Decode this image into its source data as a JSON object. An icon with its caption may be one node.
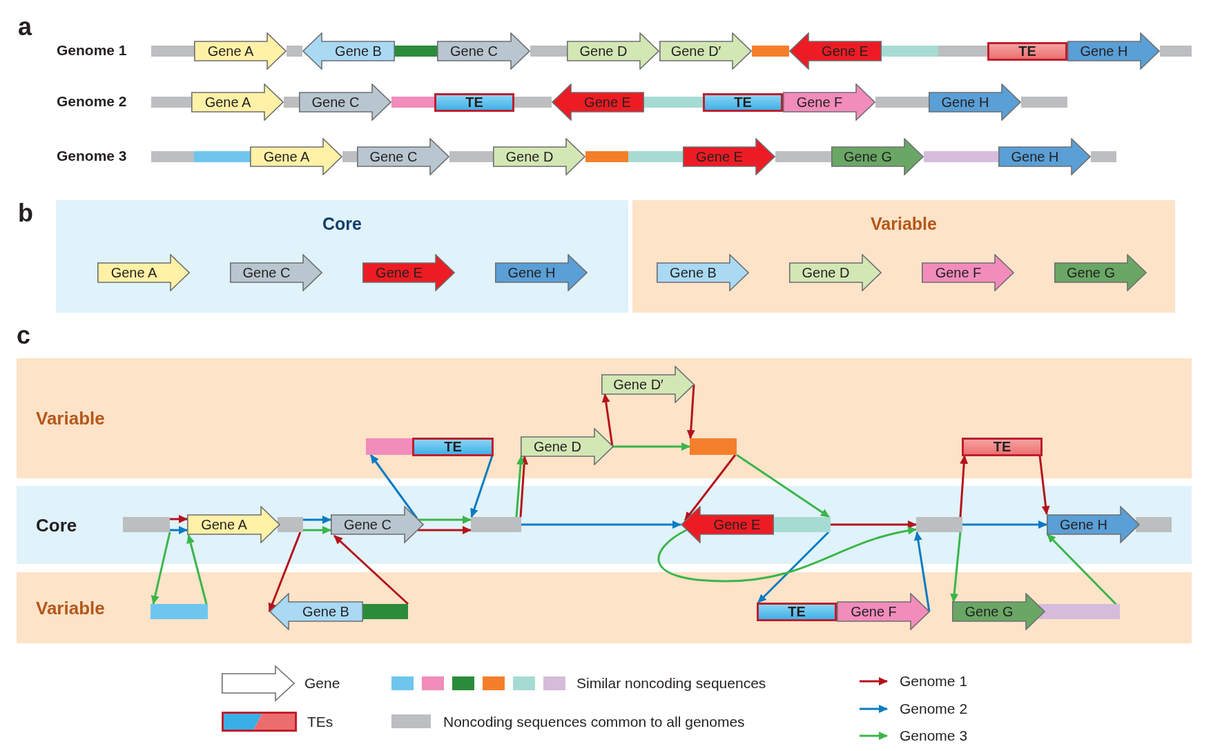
{
  "diagram": {
    "nodes": [
      {
        "text": [
          "Gene A"
        ]
      },
      {
        "text": [
          "Gene B"
        ]
      },
      {
        "text": [
          "Gene C"
        ]
      },
      {
        "text": [
          "Gene D"
        ]
      },
      {
        "text": [
          "Gene D′"
        ]
      },
      {
        "text": [
          "Gene E"
        ]
      },
      {
        "text": [
          "TE"
        ]
      },
      {
        "text": [
          "Gene H"
        ]
      },
      {
        "text": [
          "Gene A"
        ]
      },
      {
        "text": [
          "Gene C"
        ]
      },
      {
        "text": [
          "TE"
        ]
      },
      {
        "text": [
          "Gene E"
        ]
      },
      {
        "text": [
          "TE"
        ]
      },
      {
        "text": [
          "Gene F"
        ]
      },
      {
        "text": [
          "Gene H"
        ]
      },
      {
        "text": [
          "Gene A"
        ]
      },
      {
        "text": [
          "Gene C"
        ]
      },
      {
        "text": [
          "Gene D"
        ]
      },
      {
        "text": [
          "Gene E"
        ]
      },
      {
        "text": [
          "Gene G"
        ]
      },
      {
        "text": [
          "Gene H"
        ]
      },
      {
        "text": [
          "Core"
        ]
      },
      {
        "text": [
          "Gene A"
        ],
        "in": 21
      },
      {
        "text": [
          "Gene C"
        ],
        "in": 21
      },
      {
        "text": [
          "Gene E"
        ],
        "in": 21
      },
      {
        "text": [
          "Gene H"
        ],
        "in": 21
      },
      {
        "text": [
          "Variable"
        ]
      },
      {
        "text": [
          "Gene B"
        ],
        "in": 26
      },
      {
        "text": [
          "Gene D"
        ],
        "in": 26
      },
      {
        "text": [
          "Gene F"
        ],
        "in": 26
      },
      {
        "text": [
          "Gene G"
        ],
        "in": 26
      },
      {
        "text": [
          "Variable"
        ]
      },
      {
        "text": [
          "Core"
        ]
      },
      {
        "text": [
          "Variable"
        ]
      },
      {
        "text": [
          "Gene D′"
        ],
        "in": 31
      },
      {
        "text": [],
        "shape": "bar",
        "in": 31
      },
      {
        "text": [
          "TE"
        ],
        "in": 31
      },
      {
        "text": [
          "Gene D"
        ],
        "in": 31
      },
      {
        "text": [],
        "shape": "bar",
        "in": 31
      },
      {
        "text": [
          "TE"
        ],
        "in": 31
      },
      {
        "text": [],
        "shape": "bar",
        "in": 32
      },
      {
        "text": [
          "Gene A"
        ],
        "in": 32
      },
      {
        "text": [],
        "shape": "bar",
        "in": 32
      },
      {
        "text": [
          "Gene C"
        ],
        "in": 32
      },
      {
        "text": [],
        "shape": "bar",
        "in": 32
      },
      {
        "text": [
          "Gene E"
        ],
        "in": 32
      },
      {
        "text": [],
        "shape": "bar",
        "in": 32
      },
      {
        "text": [],
        "shape": "bar",
        "in": 32
      },
      {
        "text": [
          "Gene H"
        ],
        "in": 32
      },
      {
        "text": [],
        "shape": "bar",
        "in": 32
      },
      {
        "text": [],
        "shape": "bar",
        "in": 33
      },
      {
        "text": [
          "Gene B"
        ],
        "in": 33
      },
      {
        "text": [],
        "shape": "bar",
        "in": 33
      },
      {
        "text": [
          "TE"
        ],
        "in": 33
      },
      {
        "text": [
          "Gene F"
        ],
        "in": 33
      },
      {
        "text": [
          "Gene G"
        ],
        "in": 33
      },
      {
        "text": [],
        "shape": "bar",
        "in": 33
      }
    ],
    "edges": [
      {
        "from": 40,
        "to": 41,
        "arrow": "to",
        "color": "#b5121b"
      },
      {
        "from": 42,
        "to": 51,
        "arrow": "to",
        "color": "#b5121b"
      },
      {
        "from": 52,
        "to": 43,
        "arrow": "to",
        "color": "#b5121b"
      },
      {
        "from": 43,
        "to": 44,
        "arrow": "to",
        "color": "#b5121b"
      },
      {
        "from": 44,
        "to": 37,
        "arrow": "to",
        "color": "#b5121b"
      },
      {
        "from": 37,
        "to": 34,
        "arrow": "to",
        "color": "#b5121b"
      },
      {
        "from": 34,
        "to": 38,
        "arrow": "to",
        "color": "#b5121b"
      },
      {
        "from": 38,
        "to": 45,
        "arrow": "to",
        "color": "#b5121b"
      },
      {
        "from": 46,
        "to": 47,
        "arrow": "to",
        "color": "#b5121b"
      },
      {
        "from": 47,
        "to": 39,
        "arrow": "to",
        "color": "#b5121b"
      },
      {
        "from": 39,
        "to": 48,
        "arrow": "to",
        "color": "#b5121b"
      },
      {
        "from": 40,
        "to": 41,
        "arrow": "to",
        "color": "#0a7bc2"
      },
      {
        "from": 42,
        "to": 43,
        "arrow": "to",
        "color": "#0a7bc2"
      },
      {
        "from": 43,
        "to": 35,
        "arrow": "to",
        "color": "#0a7bc2"
      },
      {
        "from": 36,
        "to": 44,
        "arrow": "to",
        "color": "#0a7bc2"
      },
      {
        "from": 44,
        "to": 45,
        "arrow": "to",
        "color": "#0a7bc2"
      },
      {
        "from": 46,
        "to": 53,
        "arrow": "to",
        "color": "#0a7bc2"
      },
      {
        "from": 54,
        "to": 47,
        "arrow": "to",
        "color": "#0a7bc2"
      },
      {
        "from": 47,
        "to": 48,
        "arrow": "to",
        "color": "#0a7bc2"
      },
      {
        "from": 40,
        "to": 50,
        "arrow": "to",
        "color": "#3bb54a"
      },
      {
        "from": 50,
        "to": 41,
        "arrow": "to",
        "color": "#3bb54a"
      },
      {
        "from": 42,
        "to": 43,
        "arrow": "to",
        "color": "#3bb54a"
      },
      {
        "from": 43,
        "to": 44,
        "arrow": "to",
        "color": "#3bb54a"
      },
      {
        "from": 44,
        "to": 37,
        "arrow": "to",
        "color": "#3bb54a"
      },
      {
        "from": 37,
        "to": 38,
        "arrow": "to",
        "color": "#3bb54a"
      },
      {
        "from": 38,
        "to": 46,
        "arrow": "to",
        "color": "#3bb54a"
      },
      {
        "from": 45,
        "to": 47,
        "arrow": "to",
        "color": "#3bb54a"
      },
      {
        "from": 47,
        "to": 55,
        "arrow": "to",
        "color": "#3bb54a"
      },
      {
        "from": 56,
        "to": 48,
        "arrow": "to",
        "color": "#3bb54a"
      }
    ],
    "labels": [
      "a",
      "Genome 1",
      "Genome 2",
      "Genome 3",
      "b",
      "c"
    ],
    "legend": [
      {
        "text": "Gene"
      },
      {
        "text": "TEs"
      },
      {
        "text": "Similar noncoding sequences"
      },
      {
        "text": "Noncoding sequences common to all genomes",
        "color": "#bcbec0"
      },
      {
        "text": "Genome 1"
      },
      {
        "text": "Genome 2"
      },
      {
        "text": "Genome 3"
      }
    ]
  }
}
